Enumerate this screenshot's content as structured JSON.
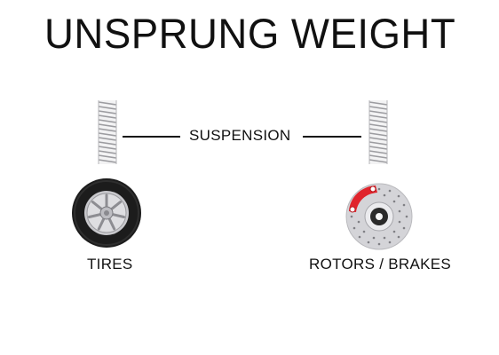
{
  "title": "UNSPRUNG WEIGHT",
  "suspension_label": "SUSPENSION",
  "tires_label": "TIRES",
  "rotors_label": "ROTORS / BRAKES",
  "icons": {
    "left_spring": "coil-spring-icon",
    "right_spring": "coil-spring-icon",
    "tire": "tire-icon",
    "rotor": "brake-rotor-icon"
  },
  "colors": {
    "text": "#111111",
    "caliper": "#e0242c",
    "rotor": "#d4d4d8",
    "tire": "#1c1c1c",
    "rim": "#c8c8cc",
    "spring": "#a9a9ad"
  }
}
